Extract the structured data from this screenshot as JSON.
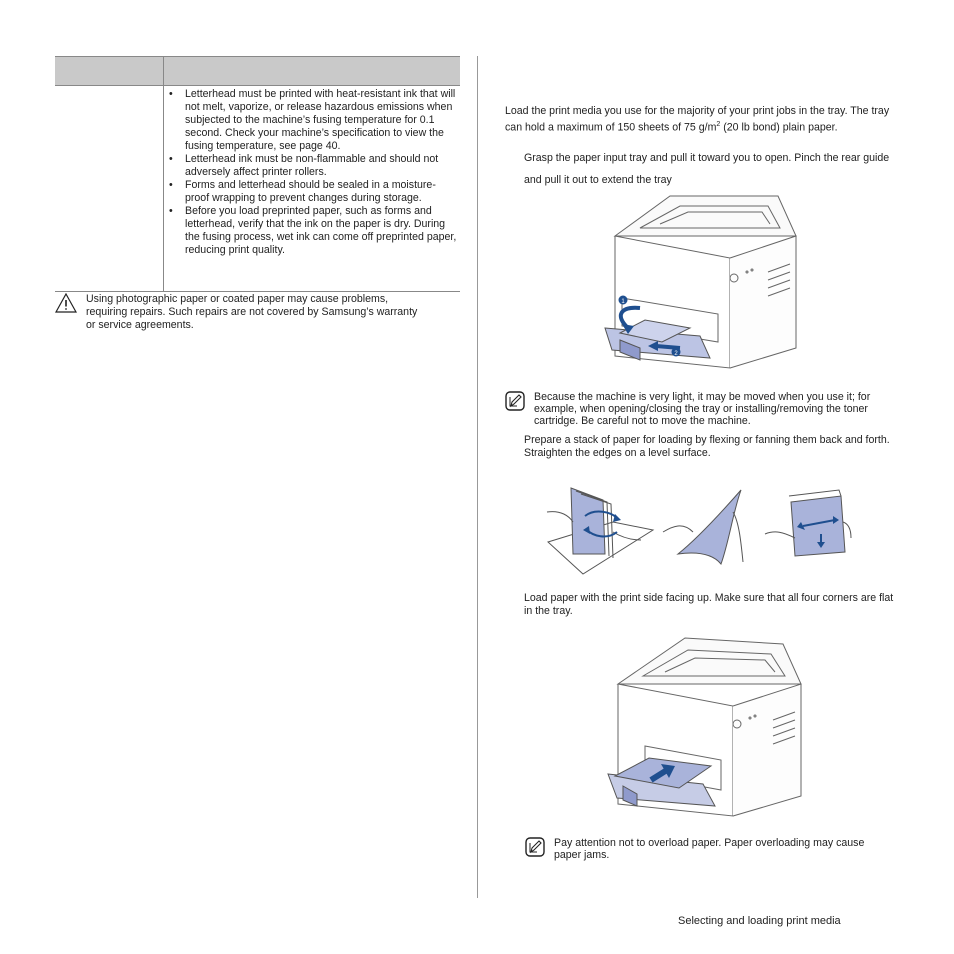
{
  "table": {
    "header_col1": "",
    "header_col2": "",
    "bullets": [
      "Letterhead must be printed with heat-resistant ink that will not melt, vaporize, or release hazardous emissions when subjected to the machine’s fusing temperature for 0.1 second. Check your machine’s specification to view the fusing temperature, see page 40.",
      "Letterhead ink must be non-flammable and should not adversely affect printer rollers.",
      "Forms and letterhead should be sealed in a moisture-proof wrapping to prevent changes during storage.",
      "Before you load preprinted paper, such as forms and letterhead, verify that the ink on the paper is dry. During the fusing process, wet ink can come off preprinted paper, reducing print quality."
    ]
  },
  "caution": {
    "text": "Using photographic paper or coated paper may cause problems, requiring repairs. Such repairs are not covered by Samsung’s warranty or service agreements."
  },
  "intro": {
    "text_before_sup": "Load the print media you use for the majority of your print jobs in the tray. The tray can hold a maximum of 150 sheets of 75 g/m",
    "sup": "2",
    "text_after_sup": " (20 lb bond) plain paper."
  },
  "steps": {
    "step1": "Grasp the paper input tray and pull it toward you to open. Pinch the rear guide and pull it out to extend the tray",
    "step2": "Prepare a stack of paper for loading by flexing or fanning them back and forth. Straighten the edges on a level surface.",
    "step3": "Load paper with the print side facing up. Make sure that all four corners are flat in the tray."
  },
  "notes": {
    "note1": "Because the machine is very light, it may be moved when you use it; for example, when opening/closing the tray or installing/removing the toner cartridge. Be careful not to move the machine.",
    "note2": "Pay attention not to overload paper. Paper overloading may cause paper jams."
  },
  "figure_markers": {
    "marker1": "1",
    "marker2": "2"
  },
  "footer": {
    "text": "Selecting and loading print media"
  },
  "colors": {
    "table_header": "#c9c9c9",
    "paper_blue": "#a9b3da",
    "arrow_blue": "#1f4f8f",
    "line_gray": "#666666"
  },
  "icons": [
    "caution-triangle-icon",
    "note-pencil-icon"
  ]
}
